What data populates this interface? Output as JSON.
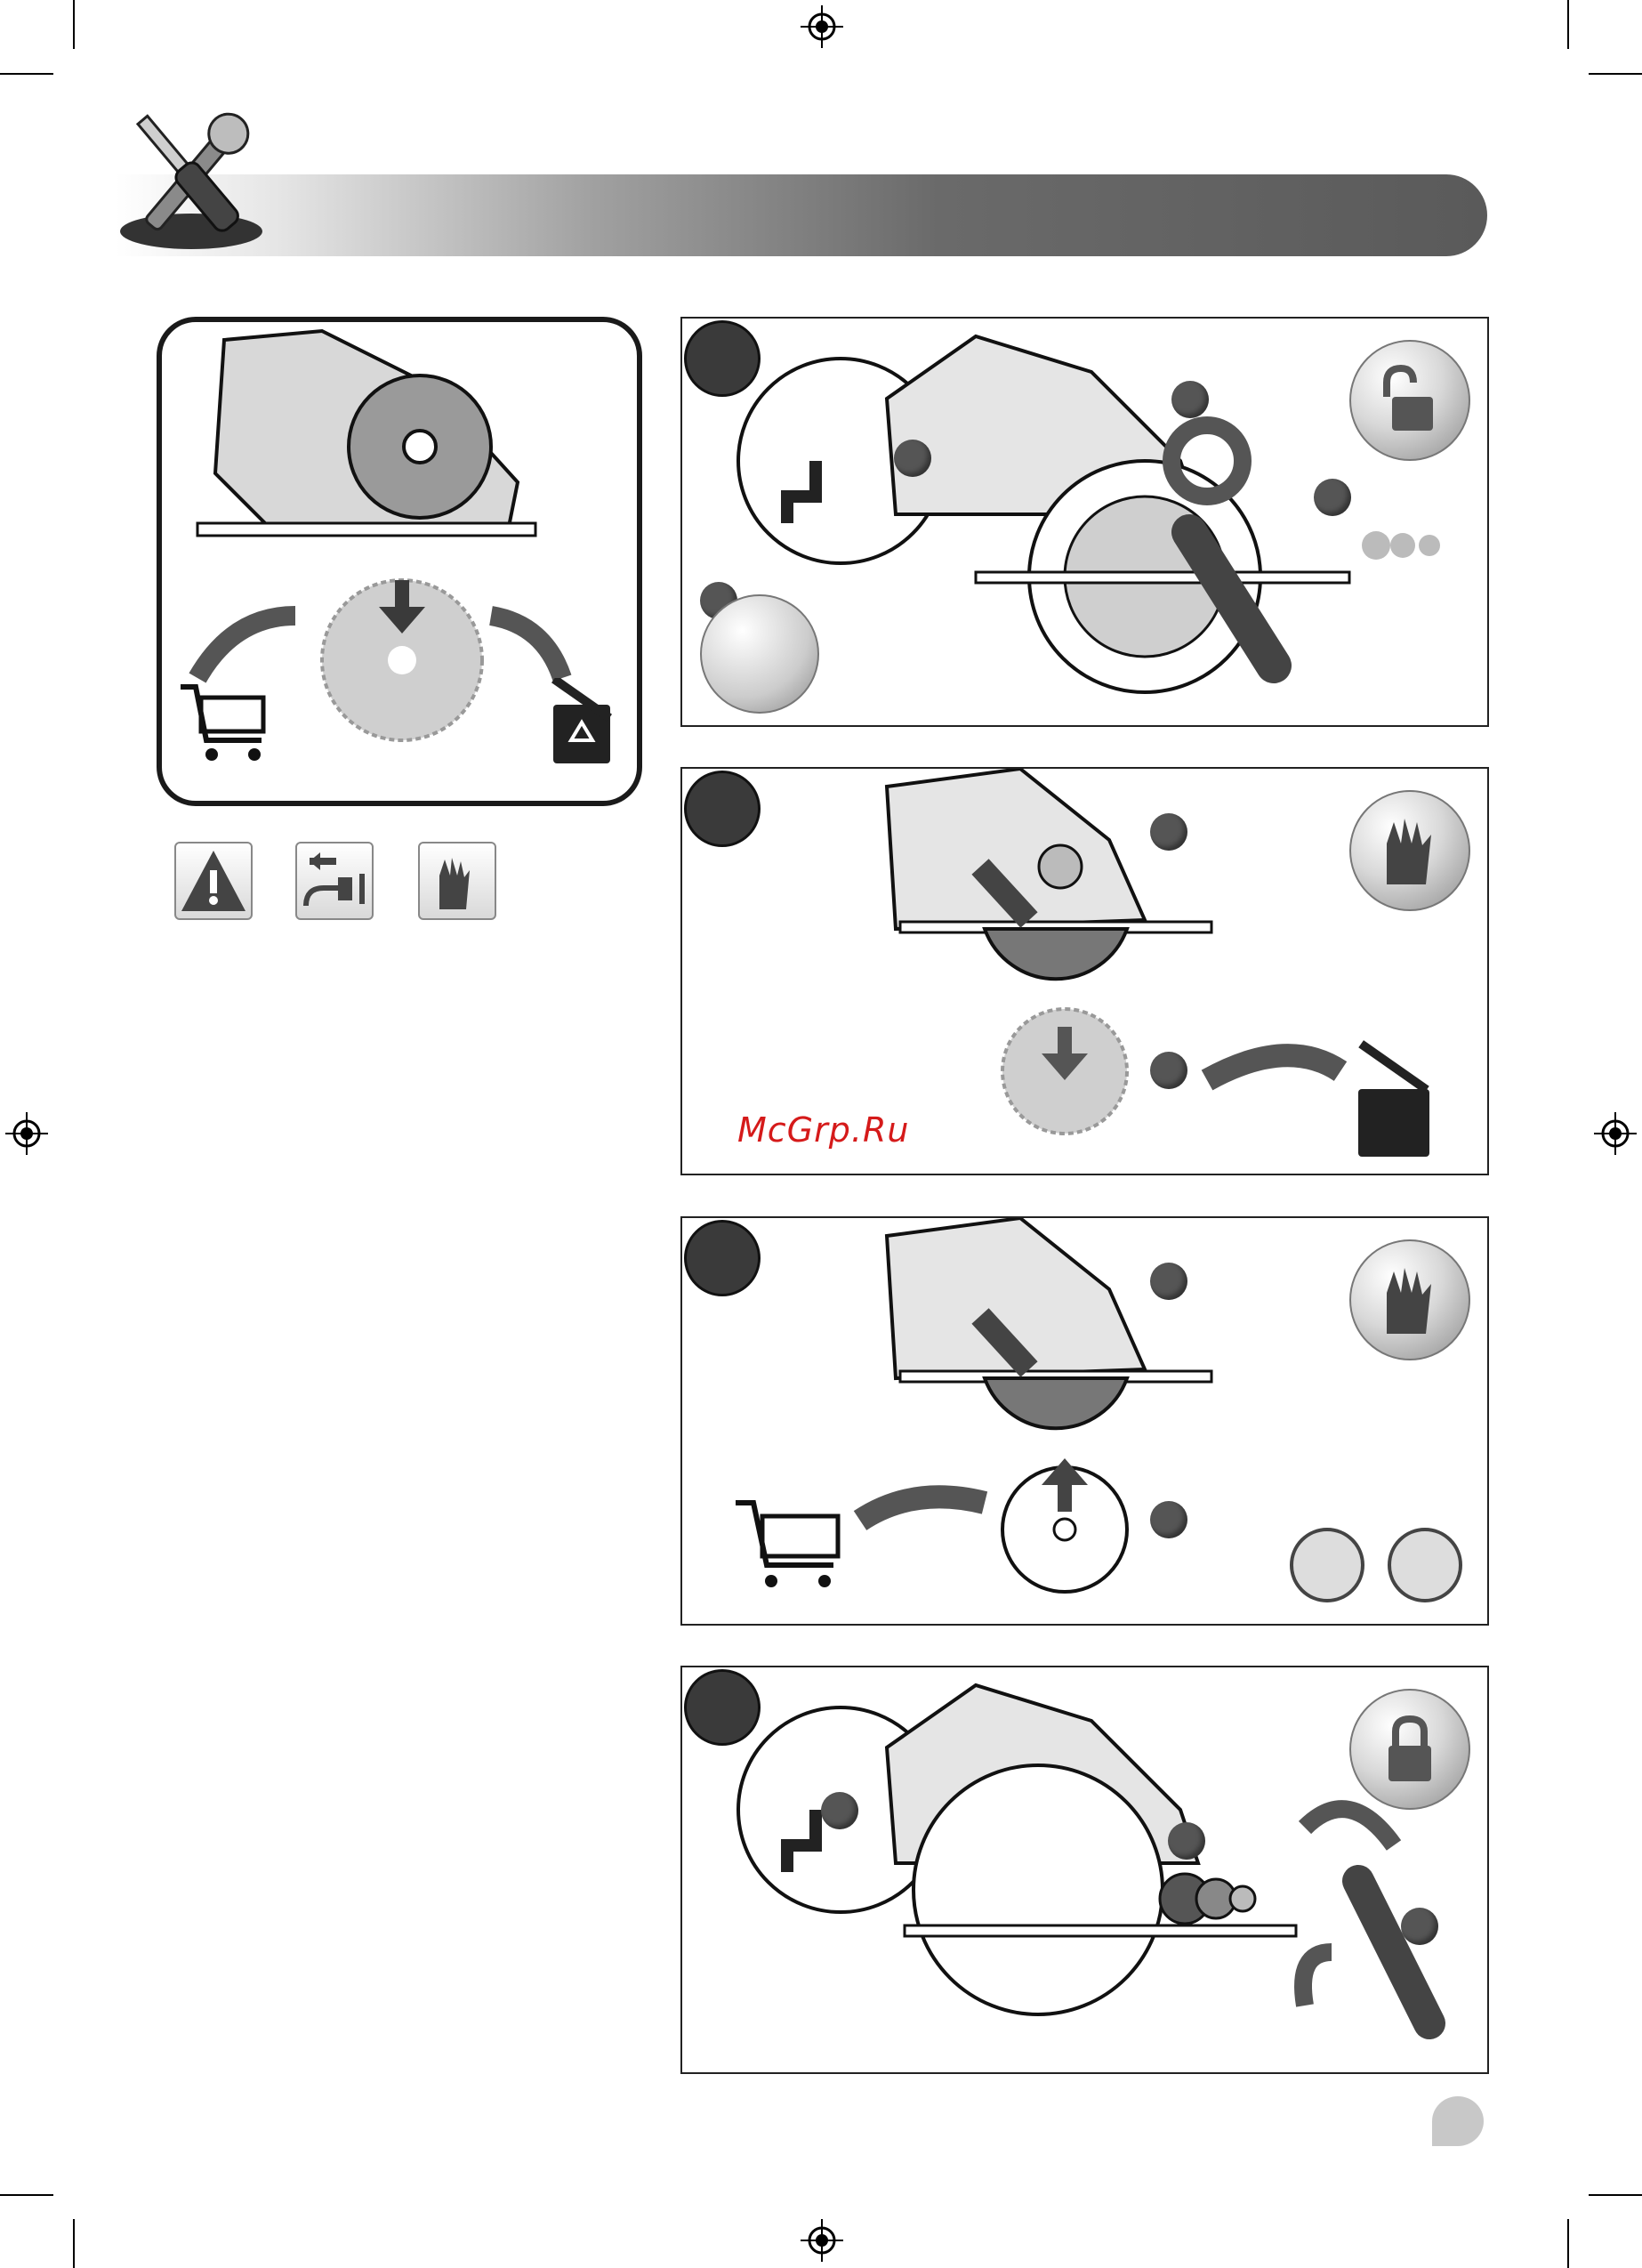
{
  "watermark": "McGrp.Ru",
  "steps": [
    {
      "id": "step-1",
      "badge_icon": "unlock-icon",
      "markers": 4
    },
    {
      "id": "step-2",
      "badge_icon": "gloves-icon",
      "markers": 2
    },
    {
      "id": "step-3",
      "badge_icon": "gloves-icon",
      "markers": 2
    },
    {
      "id": "step-4",
      "badge_icon": "lock-icon",
      "markers": 3
    }
  ],
  "legend_icons": [
    "warning-icon",
    "unplug-icon",
    "gloves-icon"
  ],
  "colors": {
    "accent_red": "#d51a1a",
    "dark": "#3a3a3a",
    "header_gradient_end": "#555555"
  }
}
